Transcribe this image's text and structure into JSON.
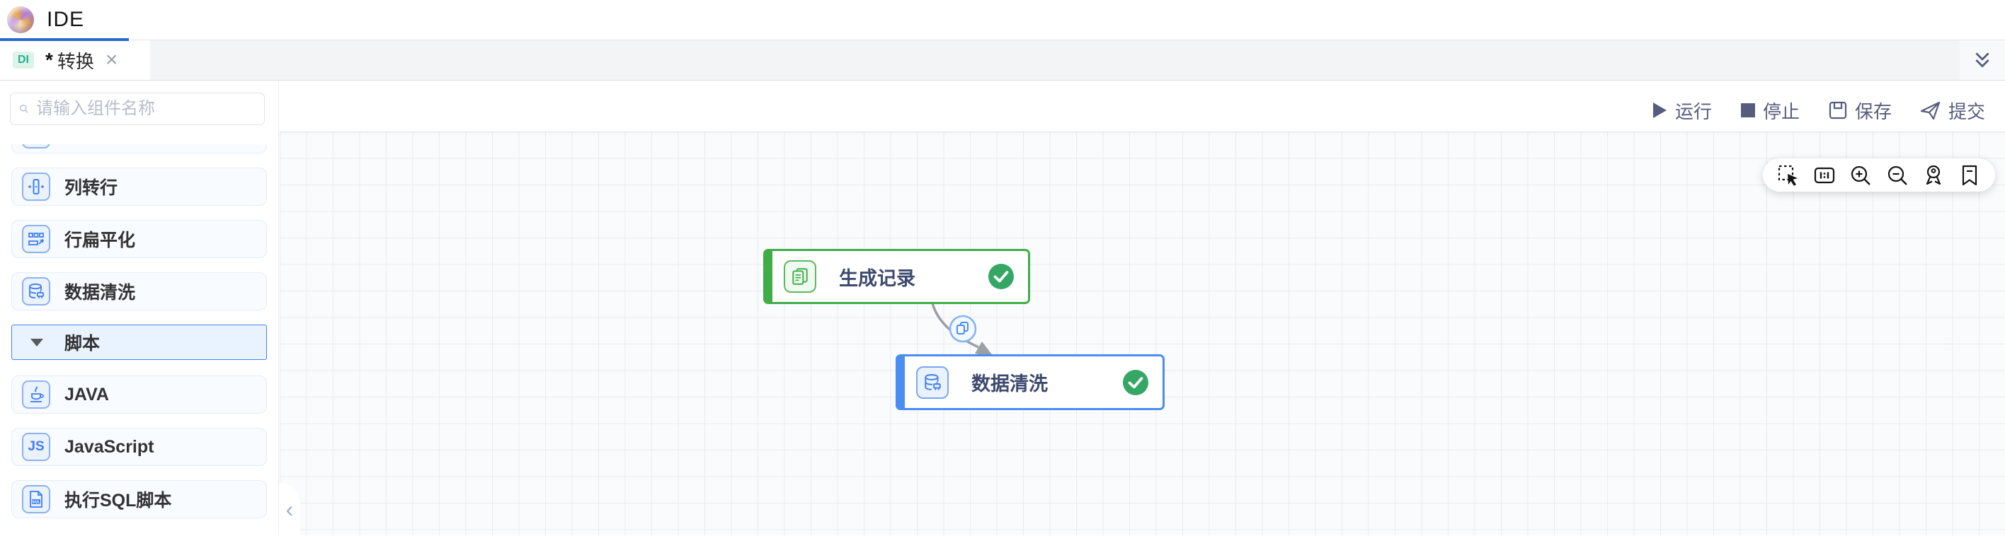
{
  "header": {
    "app_title": "IDE"
  },
  "tabbar": {
    "tab_badge": "DI",
    "tab_dirty": "*",
    "tab_title": "转换",
    "tab_close": "×"
  },
  "toolbar": {
    "run": "运行",
    "stop": "停止",
    "save": "保存",
    "submit": "提交"
  },
  "sidebar": {
    "search_placeholder": "请输入组件名称",
    "items": [
      {
        "label": "列转行",
        "icon": "column-to-row-icon"
      },
      {
        "label": "行扁平化",
        "icon": "row-flatten-icon"
      },
      {
        "label": "数据清洗",
        "icon": "data-clean-icon"
      },
      {
        "label": "脚本",
        "icon": "caret-down-icon",
        "group": true
      },
      {
        "label": "JAVA",
        "icon": "java-icon"
      },
      {
        "label": "JavaScript",
        "icon": "js-icon",
        "icon_text": "JS"
      },
      {
        "label": "执行SQL脚本",
        "icon": "sql-file-icon",
        "icon_text": "SQL"
      }
    ]
  },
  "canvas": {
    "canvas_toolbar": [
      "marquee-select",
      "actual-size",
      "zoom-in",
      "zoom-out",
      "fit-view",
      "bookmark"
    ],
    "nodes": [
      {
        "label": "生成记录",
        "status": "success",
        "accent": "#3fae46"
      },
      {
        "label": "数据清洗",
        "status": "success",
        "accent": "#4a8df5"
      }
    ],
    "edge": {
      "badge_icon": "copy-icon"
    }
  },
  "colors": {
    "primary_blue": "#2a68c9",
    "node_green": "#3fae46",
    "node_blue": "#4a8df5",
    "check_green": "#35a765",
    "tab_badge_teal": "#27b08b",
    "toolbar_indigo": "#575c7e",
    "edge_gray": "#9aa0a6"
  }
}
